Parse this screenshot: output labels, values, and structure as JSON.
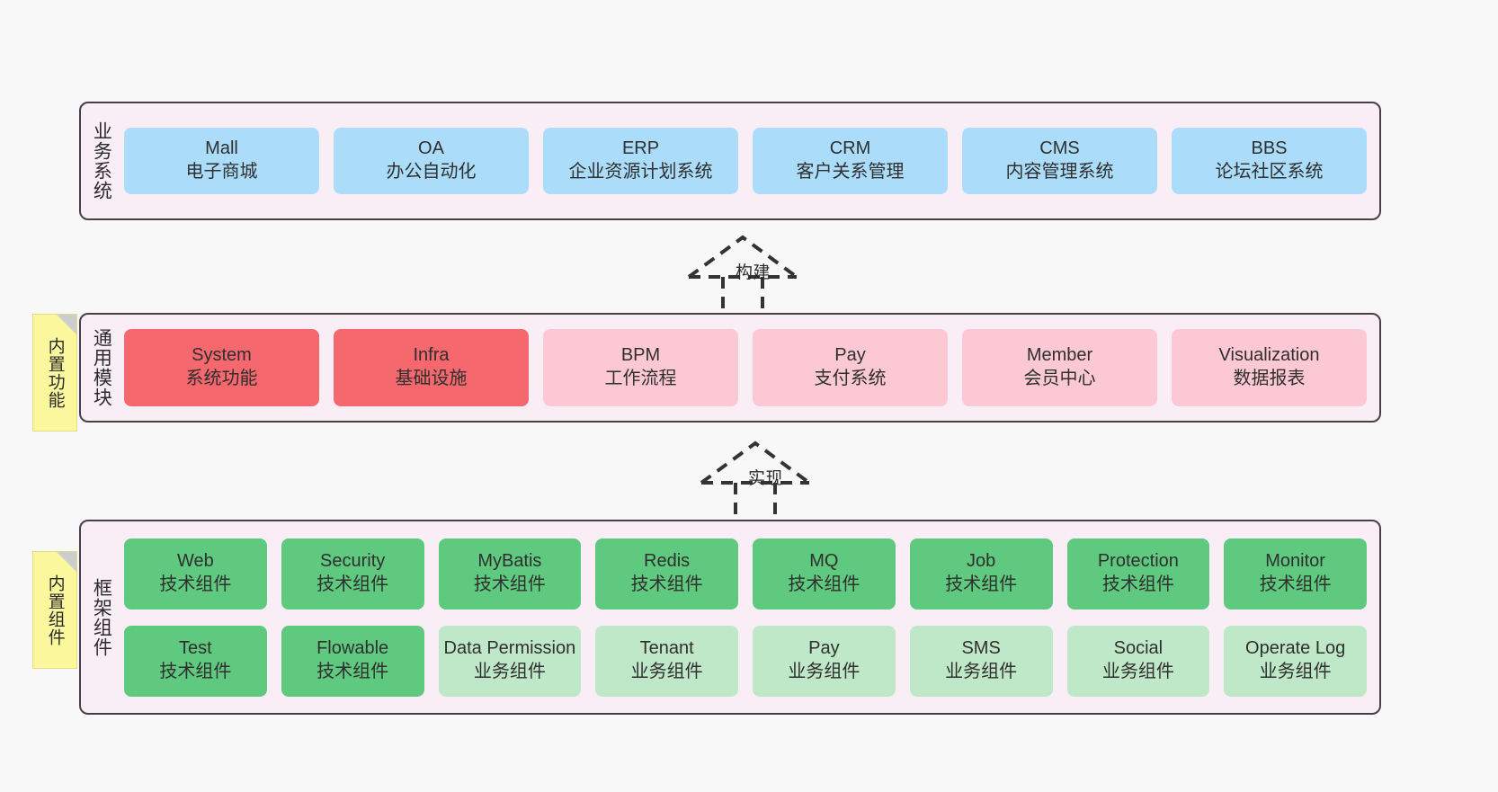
{
  "background": "#f8f8f8",
  "palette": {
    "panel_bg": "#faeef6",
    "panel_border": "#4a3f45",
    "blue": "#abddfb",
    "red": "#f4686e",
    "pink": "#fcc8d3",
    "green": "#5fc97f",
    "light_green": "#bfe8c9",
    "note_yellow": "#fbf79c",
    "note_fold": "#cdcdcd"
  },
  "layers": {
    "business": {
      "title": "业务系统",
      "rows": [
        [
          {
            "en": "Mall",
            "cn": "电子商城",
            "color": "blue"
          },
          {
            "en": "OA",
            "cn": "办公自动化",
            "color": "blue"
          },
          {
            "en": "ERP",
            "cn": "企业资源计划系统",
            "color": "blue"
          },
          {
            "en": "CRM",
            "cn": "客户关系管理",
            "color": "blue"
          },
          {
            "en": "CMS",
            "cn": "内容管理系统",
            "color": "blue"
          },
          {
            "en": "BBS",
            "cn": "论坛社区系统",
            "color": "blue"
          }
        ]
      ]
    },
    "common": {
      "title": "通用模块",
      "note": "内置功能",
      "rows": [
        [
          {
            "en": "System",
            "cn": "系统功能",
            "color": "red"
          },
          {
            "en": "Infra",
            "cn": "基础设施",
            "color": "red"
          },
          {
            "en": "BPM",
            "cn": "工作流程",
            "color": "pink"
          },
          {
            "en": "Pay",
            "cn": "支付系统",
            "color": "pink"
          },
          {
            "en": "Member",
            "cn": "会员中心",
            "color": "pink"
          },
          {
            "en": "Visualization",
            "cn": "数据报表",
            "color": "pink"
          }
        ]
      ]
    },
    "framework": {
      "title": "框架组件",
      "note": "内置组件",
      "rows": [
        [
          {
            "en": "Web",
            "cn": "技术组件",
            "color": "green"
          },
          {
            "en": "Security",
            "cn": "技术组件",
            "color": "green"
          },
          {
            "en": "MyBatis",
            "cn": "技术组件",
            "color": "green"
          },
          {
            "en": "Redis",
            "cn": "技术组件",
            "color": "green"
          },
          {
            "en": "MQ",
            "cn": "技术组件",
            "color": "green"
          },
          {
            "en": "Job",
            "cn": "技术组件",
            "color": "green"
          },
          {
            "en": "Protection",
            "cn": "技术组件",
            "color": "green"
          },
          {
            "en": "Monitor",
            "cn": "技术组件",
            "color": "green"
          }
        ],
        [
          {
            "en": "Test",
            "cn": "技术组件",
            "color": "green"
          },
          {
            "en": "Flowable",
            "cn": "技术组件",
            "color": "green"
          },
          {
            "en": "Data Permission",
            "cn": "业务组件",
            "color": "light_green"
          },
          {
            "en": "Tenant",
            "cn": "业务组件",
            "color": "light_green"
          },
          {
            "en": "Pay",
            "cn": "业务组件",
            "color": "light_green"
          },
          {
            "en": "SMS",
            "cn": "业务组件",
            "color": "light_green"
          },
          {
            "en": "Social",
            "cn": "业务组件",
            "color": "light_green"
          },
          {
            "en": "Operate Log",
            "cn": "业务组件",
            "color": "light_green"
          }
        ]
      ]
    }
  },
  "connectors": [
    {
      "label": "构建",
      "name": "connector-build"
    },
    {
      "label": "实现",
      "name": "connector-implement"
    }
  ]
}
